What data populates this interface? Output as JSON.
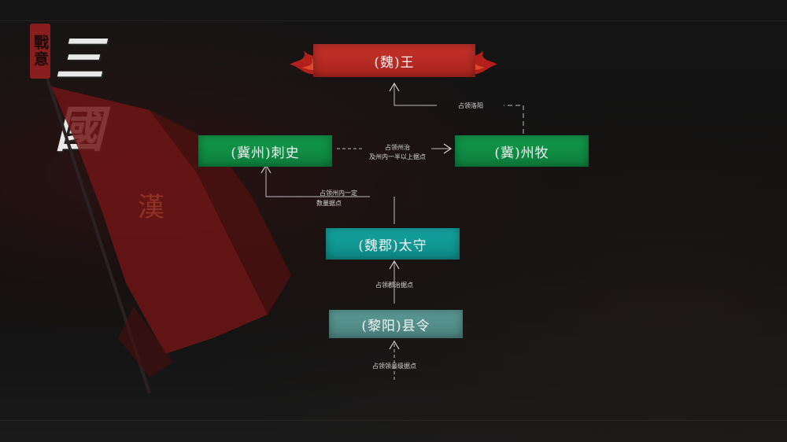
{
  "logo": {
    "seal": "戰意",
    "main": "三國"
  },
  "banner": {
    "emblem": "漢"
  },
  "ranks": [
    {
      "id": "king",
      "prefix": "(魏)",
      "title": "王",
      "color": "#c2302a"
    },
    {
      "id": "governor",
      "prefix": "(冀州)",
      "title": "刺史",
      "color": "#11924a"
    },
    {
      "id": "governor_general",
      "prefix": "(冀)",
      "title": "州牧",
      "color": "#11924a"
    },
    {
      "id": "prefect",
      "prefix": "(魏郡)",
      "title": "太守",
      "color": "#14a19e"
    },
    {
      "id": "magistrate",
      "prefix": "(黎阳)",
      "title": "县令",
      "color": "#579590"
    }
  ],
  "conditions": {
    "to_king": "占领洛阳",
    "to_governor_general_1": "占领州治",
    "to_governor_general_2": "及州内一半以上据点",
    "to_governor_1": "占领州内一定",
    "to_governor_2": "数量据点",
    "to_prefect": "占领郡治据点",
    "to_magistrate": "占领领县级据点"
  }
}
